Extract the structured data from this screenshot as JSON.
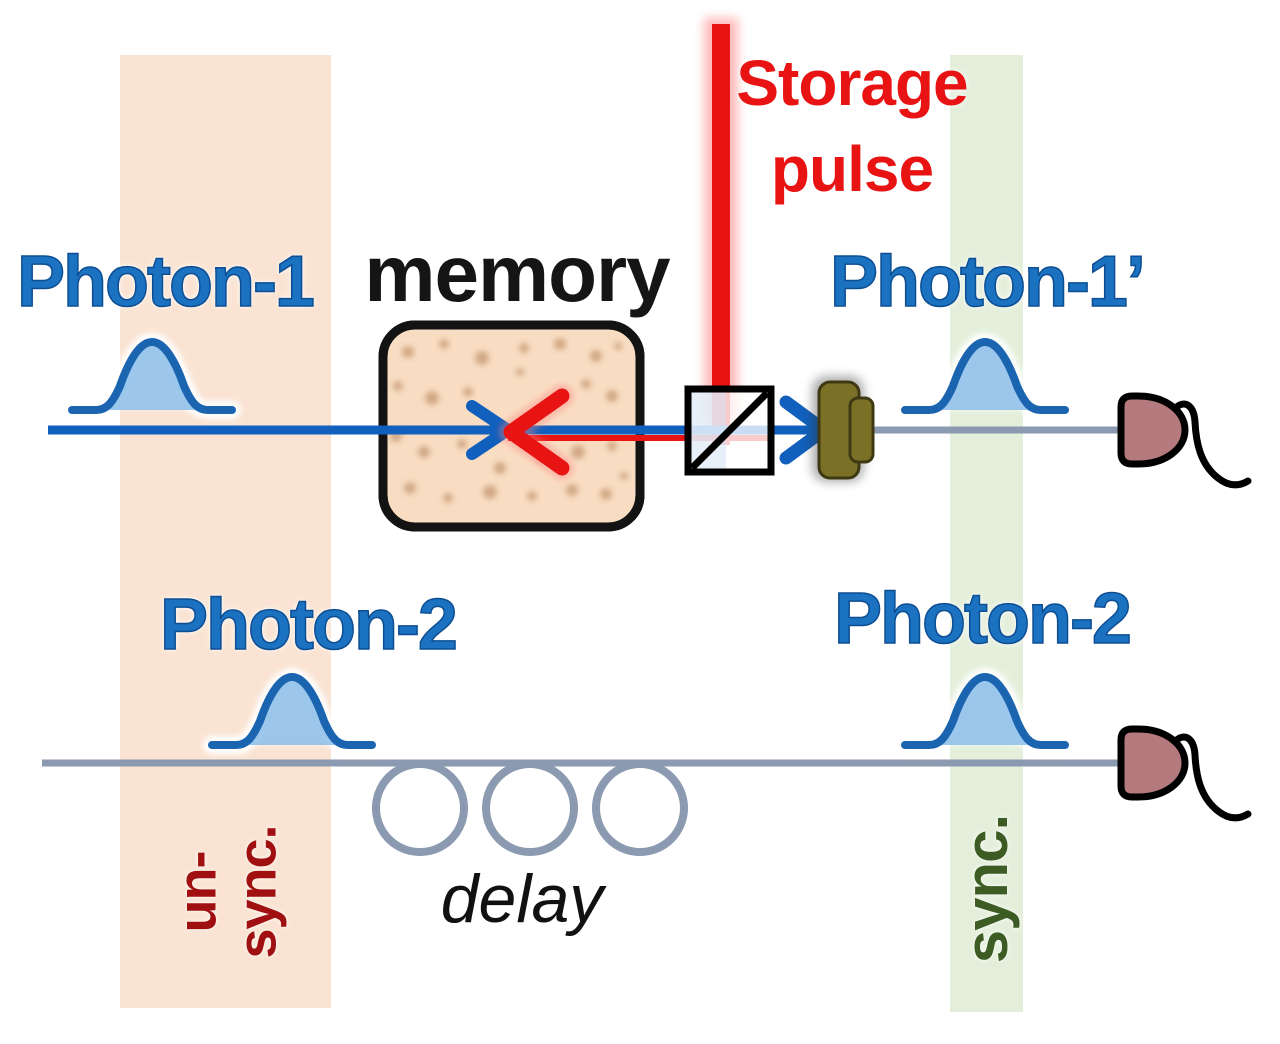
{
  "labels": {
    "photon1_in": "Photon-1",
    "photon1_out": "Photon-1’",
    "photon2_in": "Photon-2",
    "photon2_out": "Photon-2",
    "memory": "memory",
    "storage_pulse": "Storage pulse",
    "delay": "delay",
    "unsync": "un-sync.",
    "sync": "sync."
  },
  "colors": {
    "photon_blue": "#1b72c0",
    "pulse_fill": "#86bbe8",
    "pulse_stroke": "#1b65b0",
    "beam_blue": "#1160bd",
    "storage_red": "#e81414",
    "unsync_red": "#a01010",
    "sync_green": "#3c5c24",
    "unsync_band": "#fae3d2",
    "sync_band": "#e4efdb",
    "memory_fill": "#f9ddc2",
    "memory_speckle": "#a9744a",
    "fiber_gray": "#8b9ab0",
    "shutter_olive": "#7a7127",
    "detector_rose": "#b57a7d"
  },
  "icons": {
    "memory-cell": "rounded-square-speckled-vapor-cell",
    "beam-splitter-icon": "square-with-diagonal",
    "shutter-icon": "olive-stepped-block",
    "detector-icon": "half-dome-photodetector-with-wire",
    "fiber-delay-loops-icon": "three-fiber-loops",
    "photon-pulse-icon": "gaussian-wavepacket",
    "storage-pulse-beam": "vertical-red-beam",
    "photon-beam": "horizontal-blue-beam-with-arrows"
  }
}
